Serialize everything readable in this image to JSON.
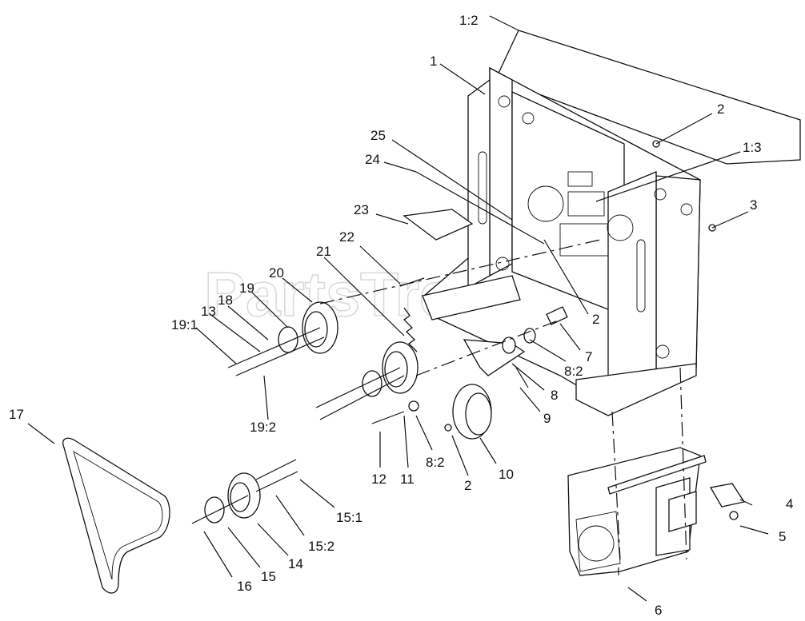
{
  "watermark": "PartsTree",
  "callouts": [
    "1:2",
    "1",
    "2",
    "1:3",
    "25",
    "24",
    "3",
    "23",
    "22",
    "21",
    "20",
    "19",
    "18",
    "13",
    "19:1",
    "2",
    "7",
    "8:2",
    "8",
    "9",
    "19:2",
    "17",
    "12",
    "11",
    "8:2",
    "2",
    "10",
    "15:1",
    "15:2",
    "4",
    "5",
    "14",
    "15",
    "16",
    "6"
  ]
}
